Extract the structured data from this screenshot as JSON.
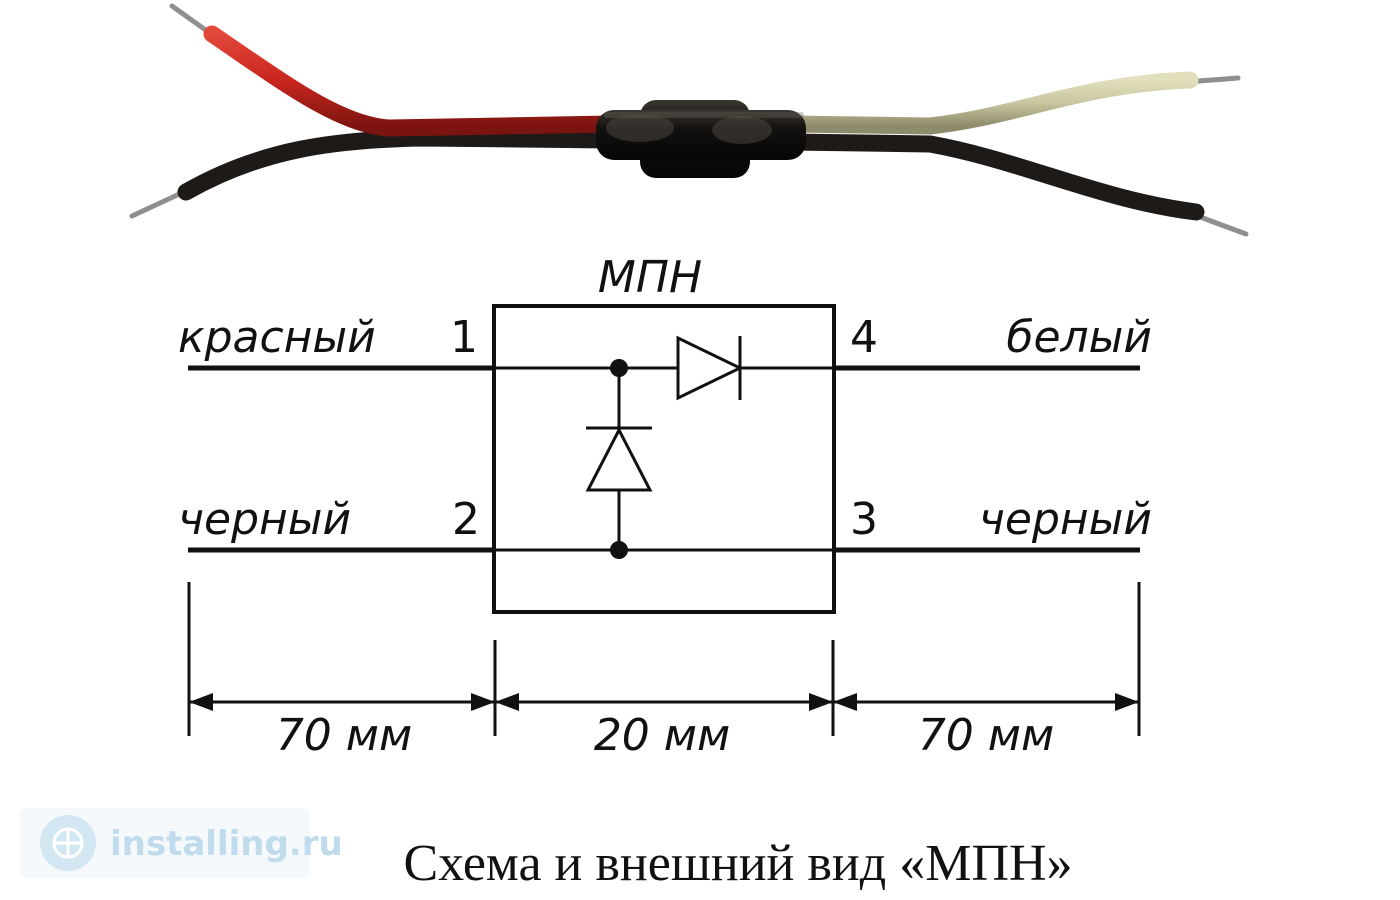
{
  "module": {
    "name": "МПН"
  },
  "wires": {
    "left_top": "красный",
    "left_bottom": "черный",
    "right_top": "белый",
    "right_bottom": "черный"
  },
  "pins": {
    "p1": "1",
    "p2": "2",
    "p3": "3",
    "p4": "4"
  },
  "dimensions": {
    "left": "70 мм",
    "middle": "20 мм",
    "right": "70 мм"
  },
  "caption": "Схема и внешний вид «МПН»",
  "watermark": "installing.ru",
  "colors": {
    "wire_red": "#c8261e",
    "wire_black": "#1e1a18",
    "wire_white": "#c9c6a0",
    "body": "#141210",
    "schematic": "#111111",
    "watermark": "#b9d8ea"
  }
}
